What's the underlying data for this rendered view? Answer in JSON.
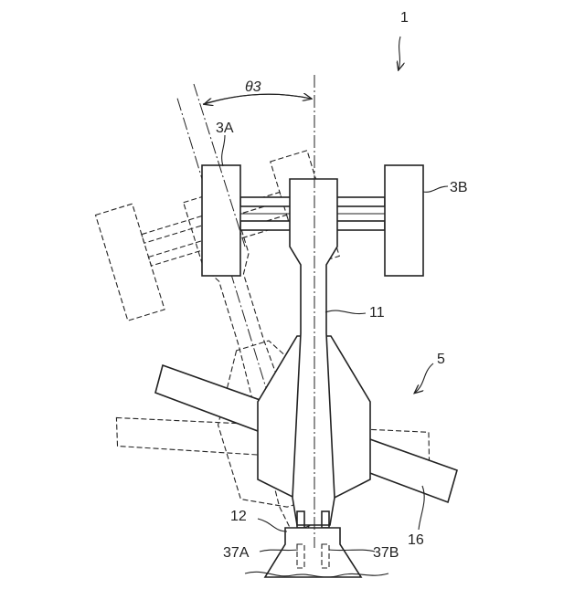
{
  "figure": {
    "labels": {
      "fig_number": "1",
      "angle": "θ3",
      "part_3A": "3A",
      "part_3B": "3B",
      "part_11": "11",
      "part_5": "5",
      "part_12": "12",
      "part_16": "16",
      "part_37A": "37A",
      "part_37B": "37B"
    }
  }
}
